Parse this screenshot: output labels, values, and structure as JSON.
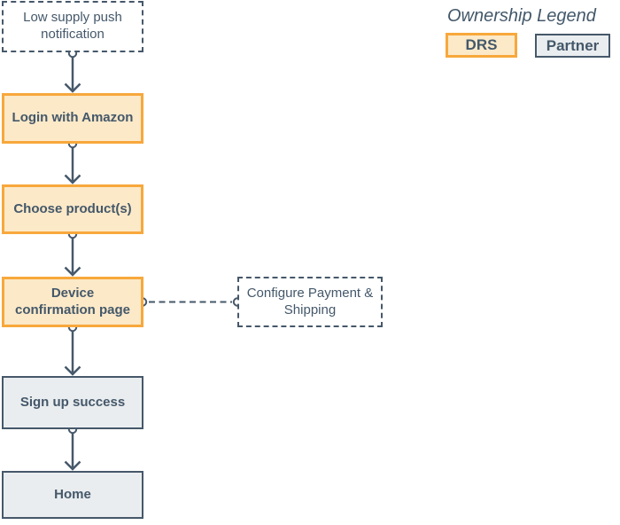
{
  "legend": {
    "title": "Ownership Legend",
    "items": [
      {
        "id": "drs",
        "label": "DRS"
      },
      {
        "id": "partner",
        "label": "Partner"
      }
    ]
  },
  "flow": {
    "nodes": [
      {
        "id": "low-supply-push-notification",
        "label": "Low supply push notification",
        "style": "dashed",
        "ownership": "none"
      },
      {
        "id": "login-with-amazon",
        "label": "Login with Amazon",
        "style": "solid",
        "ownership": "DRS"
      },
      {
        "id": "choose-products",
        "label": "Choose product(s)",
        "style": "solid",
        "ownership": "DRS"
      },
      {
        "id": "device-confirmation-page",
        "label": "Device confirmation page",
        "style": "solid",
        "ownership": "DRS"
      },
      {
        "id": "sign-up-success",
        "label": "Sign up success",
        "style": "solid",
        "ownership": "Partner"
      },
      {
        "id": "home",
        "label": "Home",
        "style": "solid",
        "ownership": "Partner"
      },
      {
        "id": "configure-payment-shipping",
        "label": "Configure Payment & Shipping",
        "style": "dashed",
        "ownership": "none"
      }
    ],
    "edges": [
      {
        "from": "low-supply-push-notification",
        "to": "login-with-amazon",
        "type": "arrow"
      },
      {
        "from": "login-with-amazon",
        "to": "choose-products",
        "type": "arrow"
      },
      {
        "from": "choose-products",
        "to": "device-confirmation-page",
        "type": "arrow"
      },
      {
        "from": "device-confirmation-page",
        "to": "sign-up-success",
        "type": "arrow"
      },
      {
        "from": "sign-up-success",
        "to": "home",
        "type": "arrow"
      },
      {
        "from": "device-confirmation-page",
        "to": "configure-payment-shipping",
        "type": "dashed-association"
      }
    ]
  },
  "colors": {
    "drs_fill": "#FCE9C8",
    "drs_border": "#F7A83C",
    "partner_fill": "#EAEDEF",
    "partner_border": "#46586A",
    "line": "#46586A",
    "text": "#44586A",
    "background": "#FFFFFF"
  }
}
